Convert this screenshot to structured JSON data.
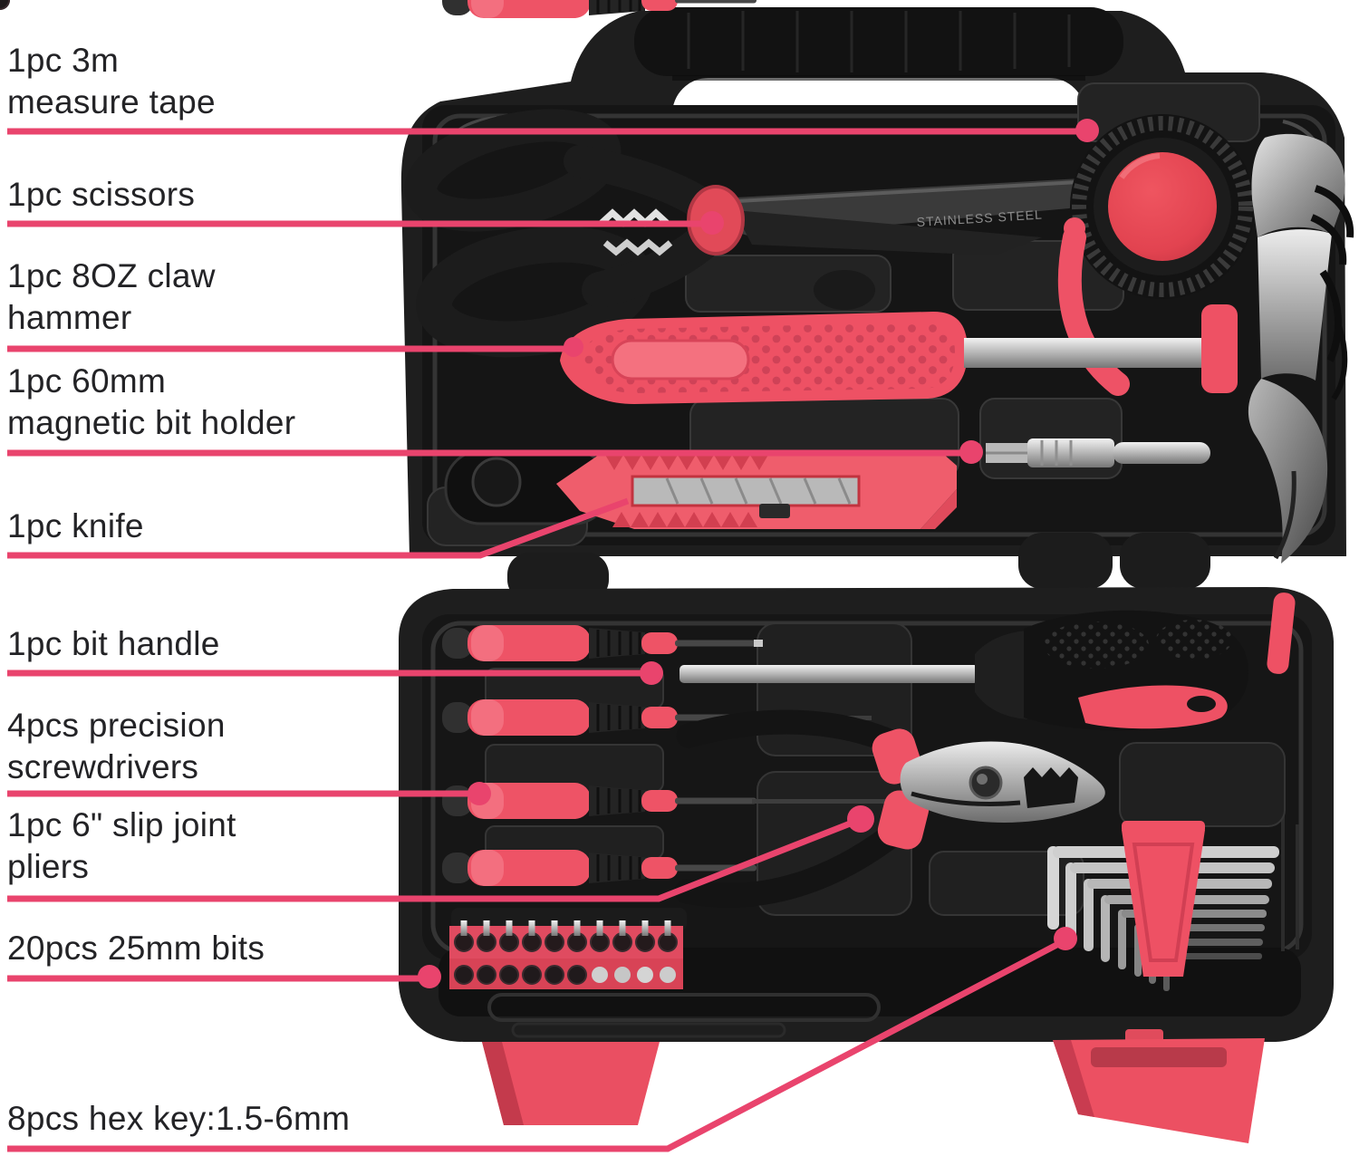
{
  "product": "pink tool set in black case",
  "palette": {
    "background": "#ffffff",
    "leader_line": "#e9446d",
    "label_text": "#232326",
    "tool_pink": "#ee5366",
    "tool_pink_dark": "#d23f50",
    "tape_red": "#e24350",
    "case_black": "#1a1a1a",
    "metal_silver": "#c9c9c9"
  },
  "callouts": [
    {
      "id": "measure-tape",
      "text": "1pc 3m\nmeasure tape"
    },
    {
      "id": "scissors",
      "text": "1pc scissors"
    },
    {
      "id": "claw-hammer",
      "text": "1pc 8OZ claw\nhammer"
    },
    {
      "id": "magnetic-bit-holder",
      "text": "1pc 60mm\nmagnetic bit holder"
    },
    {
      "id": "knife",
      "text": "1pc knife"
    },
    {
      "id": "bit-handle",
      "text": "1pc bit handle"
    },
    {
      "id": "precision-screwdrivers",
      "text": "4pcs precision\nscrewdrivers"
    },
    {
      "id": "slip-joint-pliers",
      "text": "1pc 6\" slip joint\npliers"
    },
    {
      "id": "bits",
      "text": "20pcs 25mm bits"
    },
    {
      "id": "hex-keys",
      "text": "8pcs hex key:1.5-6mm"
    }
  ],
  "engravings": {
    "scissors_blade": "STAINLESS STEEL"
  }
}
